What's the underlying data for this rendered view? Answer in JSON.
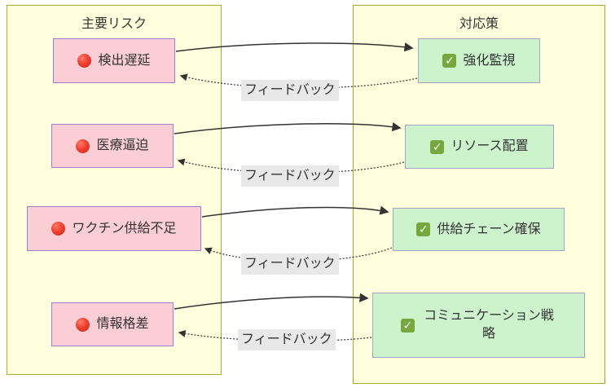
{
  "groups": {
    "risks": {
      "title": "主要リスク",
      "items": [
        {
          "icon": "red-circle",
          "label": "検出遅延"
        },
        {
          "icon": "red-circle",
          "label": "医療逼迫"
        },
        {
          "icon": "red-circle",
          "label": "ワクチン供給不足"
        },
        {
          "icon": "red-circle",
          "label": "情報格差"
        }
      ]
    },
    "measures": {
      "title": "対応策",
      "items": [
        {
          "icon": "check-mark",
          "label": "強化監視"
        },
        {
          "icon": "check-mark",
          "label": "リソース配置"
        },
        {
          "icon": "check-mark",
          "label": "供給チェーン確保"
        },
        {
          "icon": "check-mark",
          "label": "コミュニケーション戦略"
        }
      ]
    }
  },
  "edges": {
    "feedback_labels": [
      "フィードバック",
      "フィードバック",
      "フィードバック",
      "フィードバック"
    ]
  },
  "colors": {
    "container_fill": "#ffffde",
    "container_border": "#aaaa33",
    "risk_fill": "#fbcdd5",
    "risk_border": "#9f7fd2",
    "measure_fill": "#cdf3cd",
    "measure_border": "#a3a3c2",
    "edge_label_bg": "#e8e8e8",
    "arrow": "#333333"
  }
}
